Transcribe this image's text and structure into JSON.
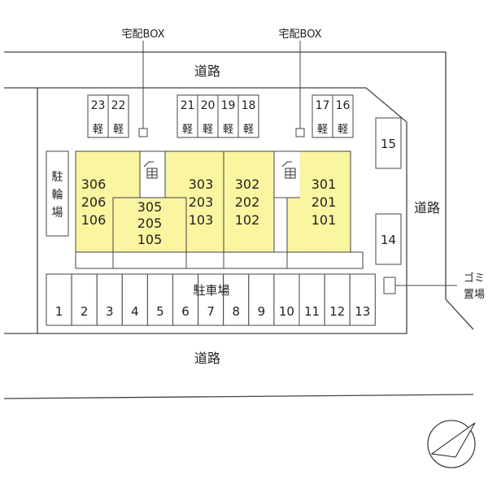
{
  "labels": {
    "delivery_box_left": "宅配BOX",
    "delivery_box_right": "宅配BOX",
    "road_top": "道路",
    "road_right": "道路",
    "road_bottom": "道路",
    "bicycle_parking": "駐輪場",
    "parking_lot": "駐車場",
    "garbage_area": "ゴミ置場",
    "garbage_area_lines": [
      "ゴミ",
      "置場"
    ]
  },
  "motorbike_stalls": [
    {
      "number": "23",
      "label": "軽"
    },
    {
      "number": "22",
      "label": "軽"
    },
    {
      "number": "21",
      "label": "軽"
    },
    {
      "number": "20",
      "label": "軽"
    },
    {
      "number": "19",
      "label": "軽"
    },
    {
      "number": "18",
      "label": "軽"
    },
    {
      "number": "17",
      "label": "軽"
    },
    {
      "number": "16",
      "label": "軽"
    }
  ],
  "side_stalls": [
    "15",
    "14"
  ],
  "parking_spaces": [
    "1",
    "2",
    "3",
    "4",
    "5",
    "6",
    "7",
    "8",
    "9",
    "10",
    "11",
    "12",
    "13"
  ],
  "units": [
    {
      "rooms": [
        "306",
        "206",
        "106"
      ]
    },
    {
      "rooms": [
        "305",
        "205",
        "105"
      ]
    },
    {
      "rooms": [
        "303",
        "203",
        "103"
      ]
    },
    {
      "rooms": [
        "302",
        "202",
        "102"
      ]
    },
    {
      "rooms": [
        "301",
        "201",
        "101"
      ]
    }
  ],
  "colors": {
    "building": "#faf5a0",
    "line": "#444444",
    "ground": "#ffffff"
  },
  "icons": {
    "stairs": "stairs-icon",
    "compass": "north-arrow-icon"
  }
}
